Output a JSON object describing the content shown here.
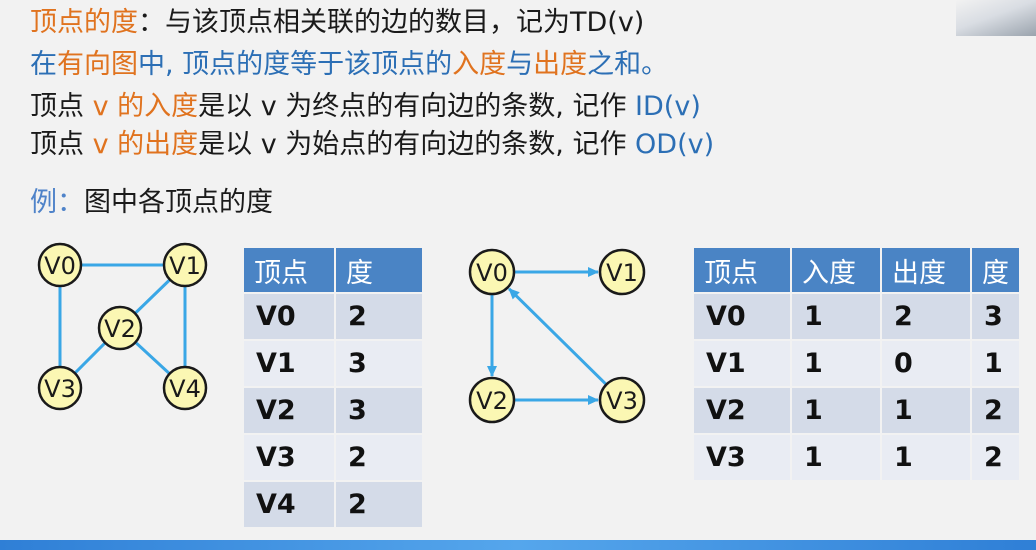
{
  "text": {
    "line1": {
      "term": "顶点的度",
      "rest": "：与该顶点相关联的边的数目，记为TD(v)"
    },
    "line2": {
      "p1": "在",
      "p2": "有向图",
      "p3": "中, 顶点的度等于该顶点的",
      "p4": "入度",
      "p5": "与",
      "p6": "出度",
      "p7": "之和。"
    },
    "line3": {
      "p1": "顶点 ",
      "p2": "v 的入度",
      "p3": "是以 v 为终点的有向边的条数, 记作 ",
      "p4": "ID(v)"
    },
    "line4": {
      "p1": "顶点 ",
      "p2": "v 的出度",
      "p3": "是以 v 为始点的有向边的条数, 记作 ",
      "p4": "OD(v)"
    },
    "example": {
      "label": "例：",
      "text": "图中各顶点的度"
    }
  },
  "colors": {
    "orange": "#e0731f",
    "blue": "#2c6fb5",
    "table_header": "#4a84c5",
    "node_fill": "#fbf7b3",
    "edge": "#3aa7e6"
  },
  "undirected_graph": {
    "nodes": [
      "V0",
      "V1",
      "V2",
      "V3",
      "V4"
    ],
    "edges": [
      [
        "V0",
        "V1"
      ],
      [
        "V0",
        "V3"
      ],
      [
        "V1",
        "V2"
      ],
      [
        "V1",
        "V4"
      ],
      [
        "V2",
        "V3"
      ],
      [
        "V2",
        "V4"
      ]
    ]
  },
  "directed_graph": {
    "nodes": [
      "V0",
      "V1",
      "V2",
      "V3"
    ],
    "edges": [
      [
        "V0",
        "V1"
      ],
      [
        "V0",
        "V2"
      ],
      [
        "V2",
        "V3"
      ],
      [
        "V3",
        "V0"
      ]
    ]
  },
  "table1": {
    "headers": [
      "顶点",
      "度"
    ],
    "rows": [
      [
        "V0",
        "2"
      ],
      [
        "V1",
        "3"
      ],
      [
        "V2",
        "3"
      ],
      [
        "V3",
        "2"
      ],
      [
        "V4",
        "2"
      ]
    ]
  },
  "table2": {
    "headers": [
      "顶点",
      "入度",
      "出度",
      "度"
    ],
    "rows": [
      [
        "V0",
        "1",
        "2",
        "3"
      ],
      [
        "V1",
        "1",
        "0",
        "1"
      ],
      [
        "V2",
        "1",
        "1",
        "2"
      ],
      [
        "V3",
        "1",
        "1",
        "2"
      ]
    ]
  }
}
